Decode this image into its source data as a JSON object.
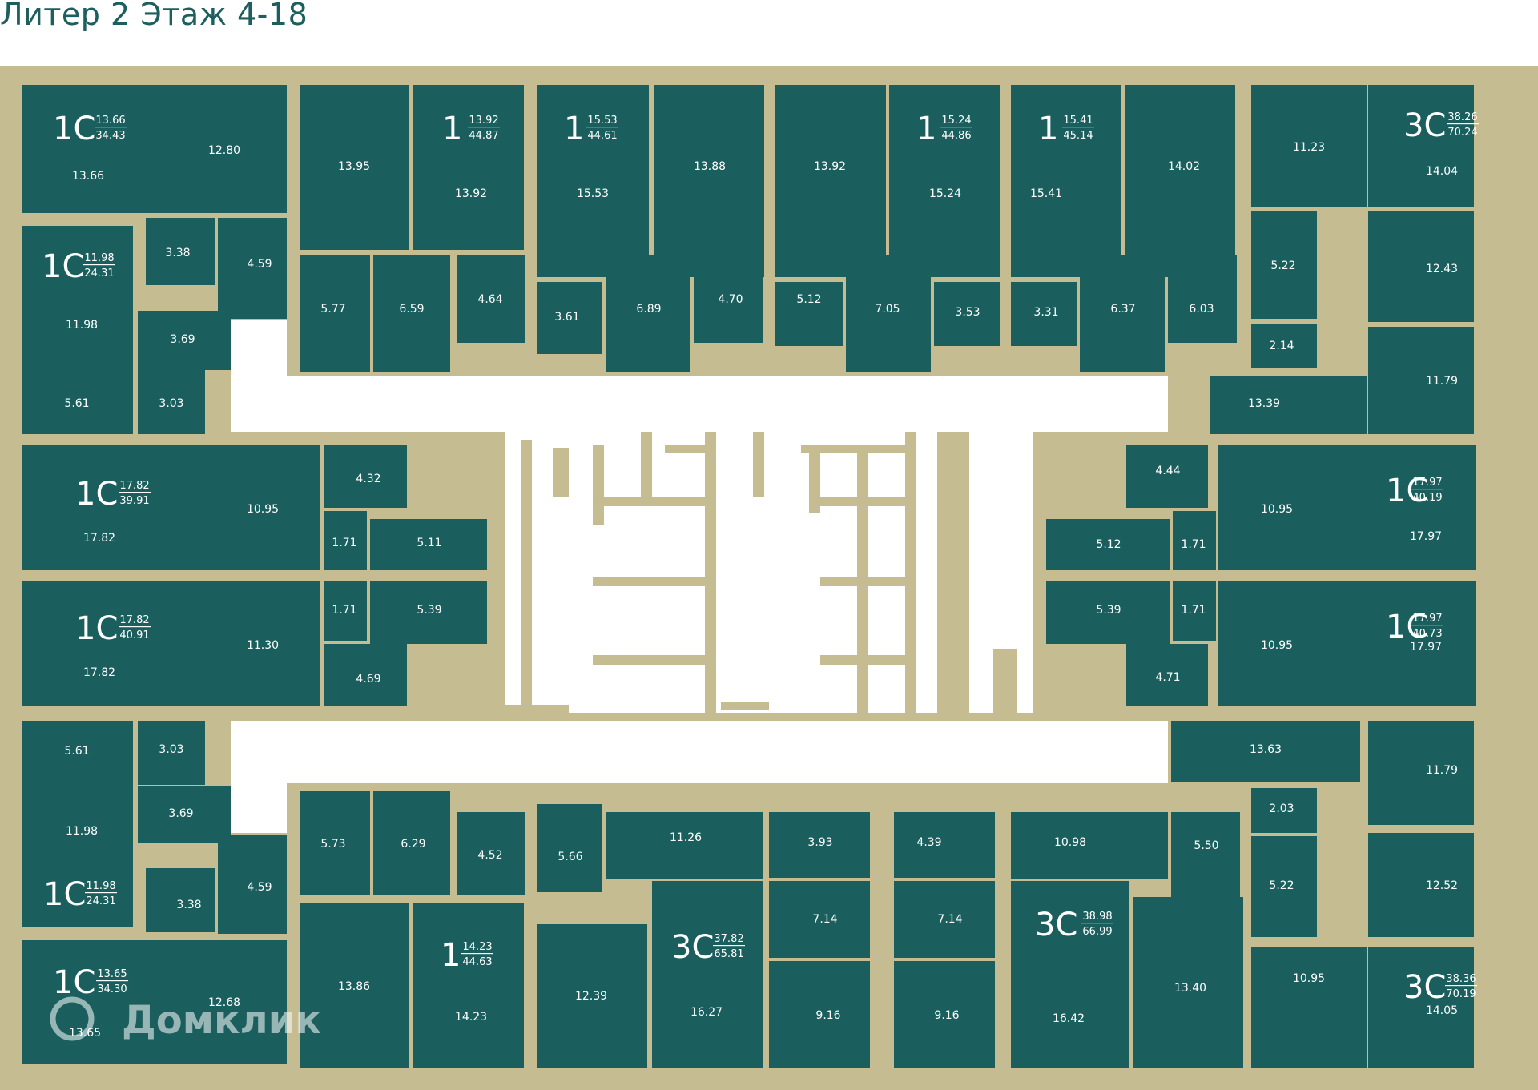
{
  "title": "Литер 2 Этаж 4-18",
  "watermark": "Домклик",
  "apartments": [
    {
      "type": "1С",
      "living": "13.66",
      "total": "34.43"
    },
    {
      "type": "1",
      "living": "13.92",
      "total": "44.87"
    },
    {
      "type": "1",
      "living": "15.53",
      "total": "44.61"
    },
    {
      "type": "1",
      "living": "15.24",
      "total": "44.86"
    },
    {
      "type": "1",
      "living": "15.41",
      "total": "45.14"
    },
    {
      "type": "3С",
      "living": "38.26",
      "total": "70.24"
    },
    {
      "type": "1С",
      "living": "11.98",
      "total": "24.31"
    },
    {
      "type": "1С",
      "living": "17.82",
      "total": "39.91"
    },
    {
      "type": "1С",
      "living": "17.82",
      "total": "40.91"
    },
    {
      "type": "1С",
      "living": "17.97",
      "total": "40.19"
    },
    {
      "type": "1С",
      "living": "17.97",
      "total": "40.73"
    },
    {
      "type": "1С",
      "living": "11.98",
      "total": "24.31"
    },
    {
      "type": "1",
      "living": "14.23",
      "total": "44.63"
    },
    {
      "type": "3С",
      "living": "37.82",
      "total": "65.81"
    },
    {
      "type": "3С",
      "living": "38.98",
      "total": "66.99"
    },
    {
      "type": "1С",
      "living": "13.65",
      "total": "34.30"
    },
    {
      "type": "3С",
      "living": "38.36",
      "total": "70.19"
    }
  ],
  "rooms": [
    "13.66",
    "12.80",
    "3.38",
    "4.59",
    "11.98",
    "3.69",
    "5.61",
    "3.03",
    "13.95",
    "5.77",
    "6.59",
    "13.92",
    "4.64",
    "15.53",
    "3.61",
    "6.89",
    "13.88",
    "4.70",
    "13.92",
    "5.12",
    "7.05",
    "15.24",
    "3.53",
    "15.41",
    "3.31",
    "6.37",
    "14.02",
    "6.03",
    "11.23",
    "14.04",
    "5.22",
    "12.43",
    "2.14",
    "11.79",
    "13.39",
    "17.82",
    "10.95",
    "4.32",
    "1.71",
    "5.11",
    "17.82",
    "11.30",
    "1.71",
    "5.39",
    "4.69",
    "4.44",
    "10.95",
    "17.97",
    "5.12",
    "1.71",
    "5.39",
    "1.71",
    "10.95",
    "17.97",
    "4.71",
    "5.61",
    "3.03",
    "11.98",
    "3.69",
    "3.38",
    "4.59",
    "5.73",
    "6.29",
    "4.52",
    "13.86",
    "14.23",
    "5.66",
    "11.26",
    "3.93",
    "12.39",
    "16.27",
    "7.14",
    "9.16",
    "4.39",
    "10.98",
    "5.50",
    "7.14",
    "9.16",
    "16.42",
    "13.40",
    "13.63",
    "11.79",
    "2.03",
    "5.22",
    "12.52",
    "10.95",
    "14.05",
    "13.65",
    "12.68"
  ]
}
